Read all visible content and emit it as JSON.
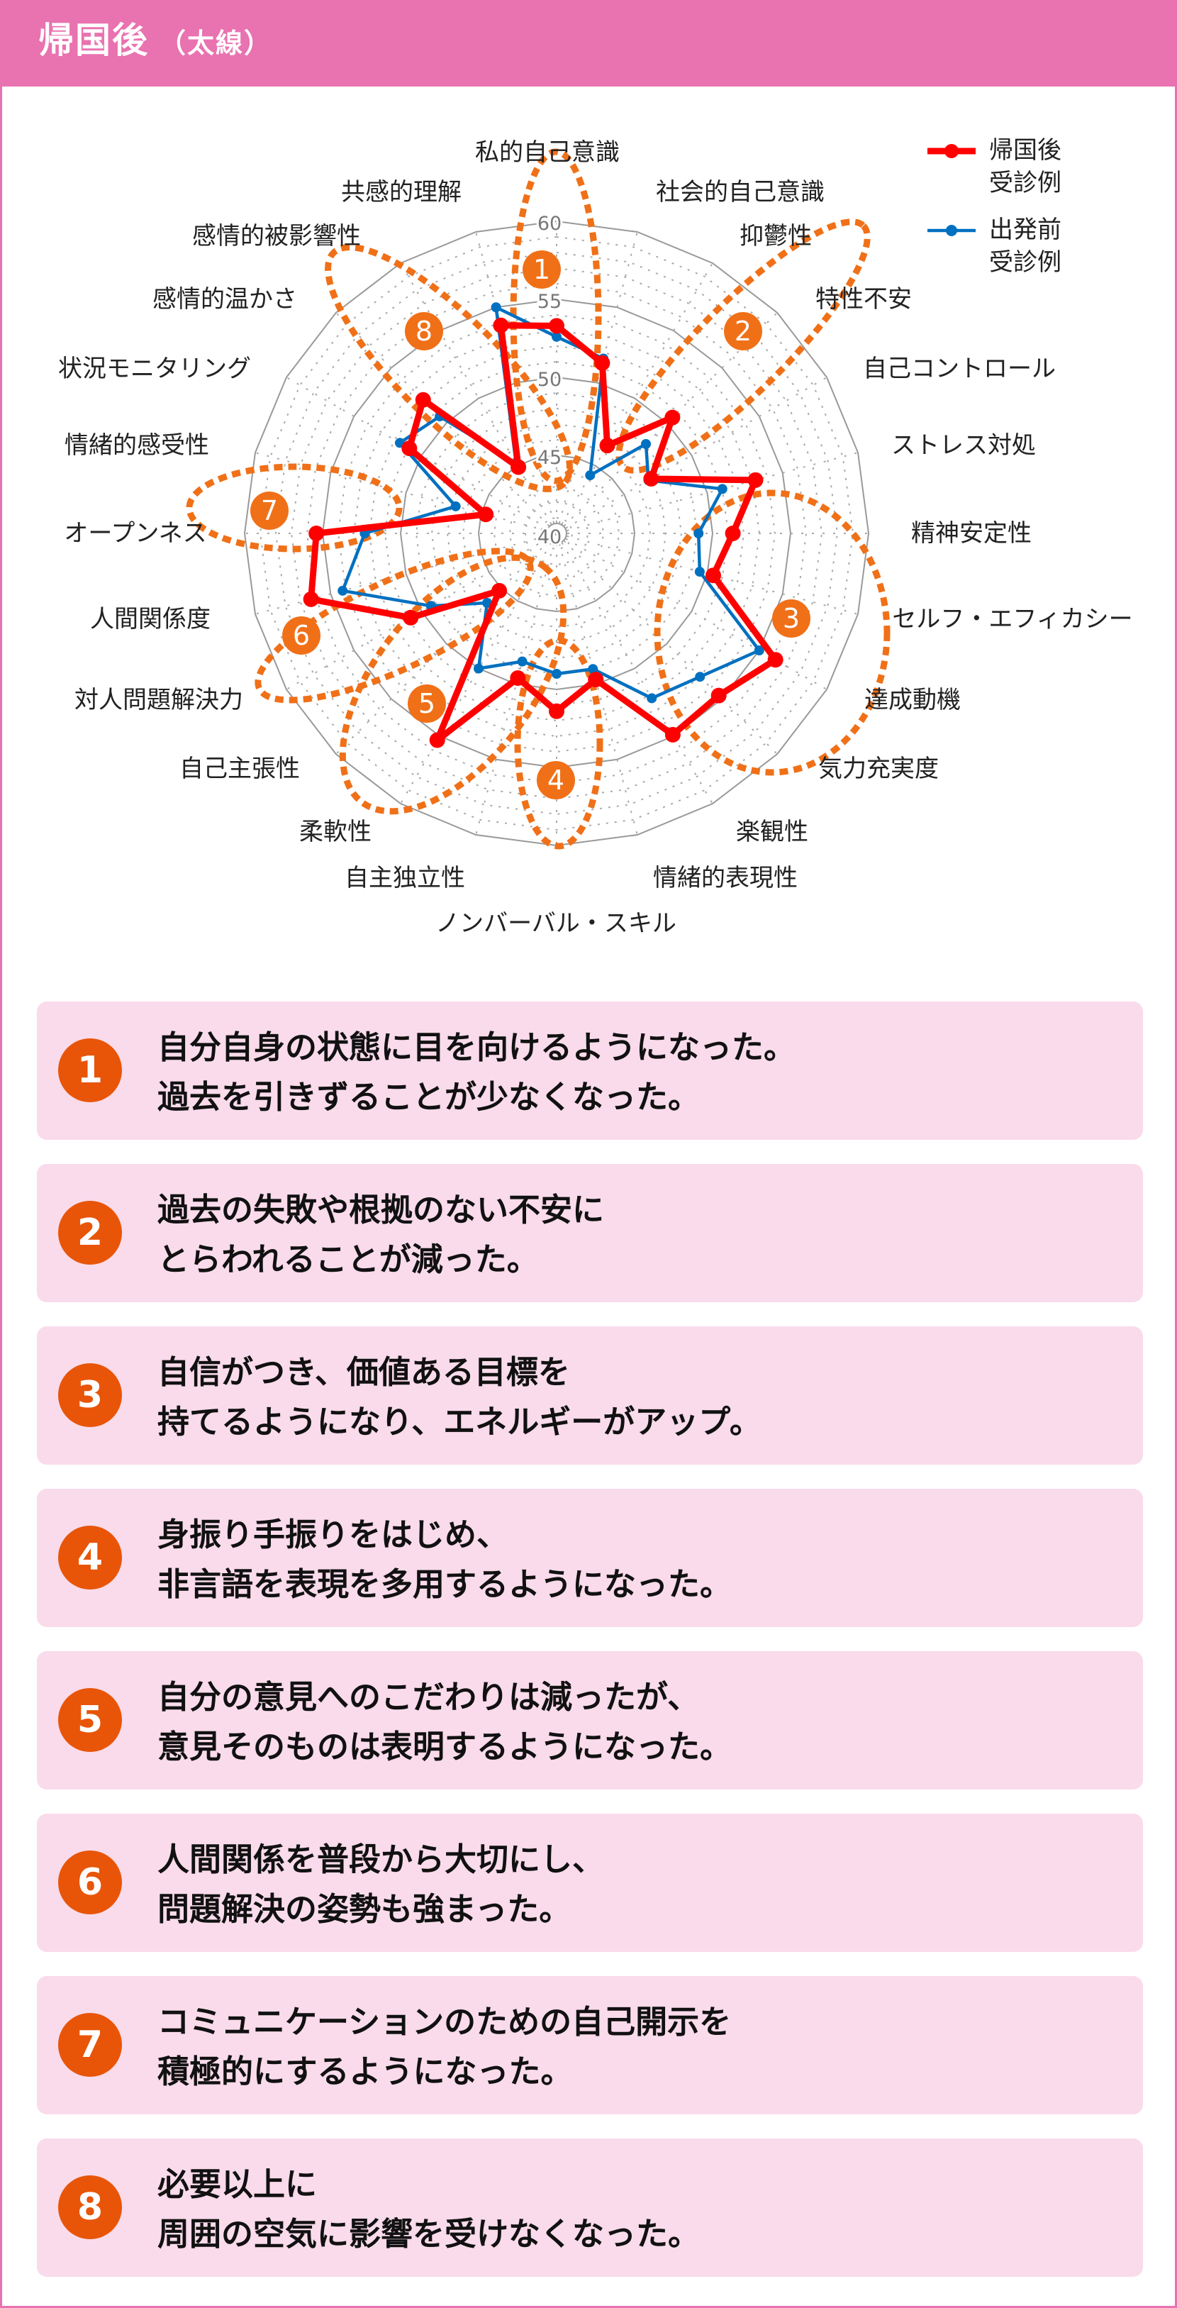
{
  "header": {
    "title": "帰国後",
    "subtitle": "（太線）"
  },
  "chart_data": {
    "type": "radar",
    "title": "",
    "categories": [
      "私的自己意識",
      "社会的自己意識",
      "抑鬱性",
      "特性不安",
      "自己コントロール",
      "ストレス対処",
      "精神安定性",
      "セルフ・エフィカシー",
      "達成動機",
      "気力充実度",
      "楽観性",
      "情緒的表現性",
      "ノンバーバル・スキル",
      "自主独立性",
      "柔軟性",
      "自己主張性",
      "対人問題解決力",
      "人間関係度",
      "オープンネス",
      "情緒的感受性",
      "状況モニタリング",
      "感情的温かさ",
      "感情的被影響性",
      "共感的理解"
    ],
    "range": [
      40,
      60
    ],
    "ticks": [
      "40",
      "45",
      "50",
      "55",
      "60"
    ],
    "grid": true,
    "legend_position": "top-right",
    "series": [
      {
        "name": "帰国後\n受診例",
        "legend_lines": [
          "帰国後",
          "受診例"
        ],
        "color": "#ff0000",
        "values": [
          53.3,
          51.3,
          46.5,
          50.5,
          47.0,
          53.2,
          51.3,
          50.4,
          56.2,
          54.7,
          54.9,
          49.7,
          51.4,
          49.6,
          55.3,
          45.2,
          50.8,
          56.3,
          55.4,
          44.7,
          50.9,
          52.1,
          44.9,
          53.8
        ]
      },
      {
        "name": "出発前\n受診例",
        "legend_lines": [
          "出発前",
          "受診例"
        ],
        "color": "#0070c0",
        "values": [
          52.6,
          51.6,
          44.3,
          48.1,
          46.8,
          51.0,
          49.1,
          49.5,
          55.0,
          53.0,
          52.2,
          49.0,
          49.0,
          48.5,
          50.0,
          46.3,
          49.3,
          54.2,
          52.3,
          46.7,
          51.6,
          50.6,
          45.2,
          55.0
        ]
      }
    ],
    "annotations": [
      "1",
      "2",
      "3",
      "4",
      "5",
      "6",
      "7",
      "8"
    ],
    "annotation_color": "#f07018"
  },
  "cards": [
    {
      "number": "1",
      "lines": [
        "自分自身の状態に目を向けるようになった。",
        "過去を引きずることが少なくなった。"
      ]
    },
    {
      "number": "2",
      "lines": [
        "過去の失敗や根拠のない不安に",
        "とらわれることが減った。"
      ]
    },
    {
      "number": "3",
      "lines": [
        "自信がつき、価値ある目標を",
        "持てるようになり、エネルギーがアップ。"
      ]
    },
    {
      "number": "4",
      "lines": [
        "身振り手振りをはじめ、",
        "非言語を表現を多用するようになった。"
      ]
    },
    {
      "number": "5",
      "lines": [
        "自分の意見へのこだわりは減ったが、",
        "意見そのものは表明するようになった。"
      ]
    },
    {
      "number": "6",
      "lines": [
        "人間関係を普段から大切にし、",
        "問題解決の姿勢も強まった。"
      ]
    },
    {
      "number": "7",
      "lines": [
        "コミュニケーションのための自己開示を",
        "積極的にするようになった。"
      ]
    },
    {
      "number": "8",
      "lines": [
        "必要以上に",
        "周囲の空気に影響を受けなくなった。"
      ]
    }
  ]
}
